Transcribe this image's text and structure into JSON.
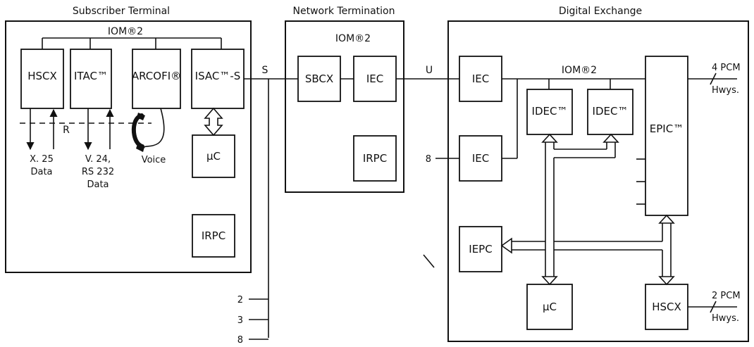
{
  "sections": {
    "subscriber": "Subscriber Terminal",
    "network": "Network Termination",
    "exchange": "Digital Exchange"
  },
  "bus": {
    "subscriber": "IOM®2",
    "network": "IOM®2",
    "exchange": "IOM®2"
  },
  "blocks": {
    "hscx_st": "HSCX",
    "itac": "ITAC™",
    "arcofi": "ARCOFI®",
    "isac": "ISAC™-S",
    "uc_st": "μC",
    "irpc_st": "IRPC",
    "sbcx": "SBCX",
    "iec_nt": "IEC",
    "irpc_nt": "IRPC",
    "iec_de1": "IEC",
    "iec_de2": "IEC",
    "idec1": "IDEC™",
    "idec2": "IDEC™",
    "epic": "EPIC™",
    "iepc": "IEPC",
    "uc_de": "μC",
    "hscx_de": "HSCX"
  },
  "labels": {
    "r": "R",
    "s": "S",
    "u": "U",
    "x25_1": "X. 25",
    "x25_2": "Data",
    "v24_1": "V. 24,",
    "v24_2": "RS 232",
    "v24_3": "Data",
    "voice": "Voice",
    "pcm4": "4 PCM",
    "pcm2": "2 PCM",
    "hwys1": "Hwys.",
    "hwys2": "Hwys.",
    "eight_de": "8",
    "n2": "2",
    "n3": "3",
    "n8": "8"
  }
}
